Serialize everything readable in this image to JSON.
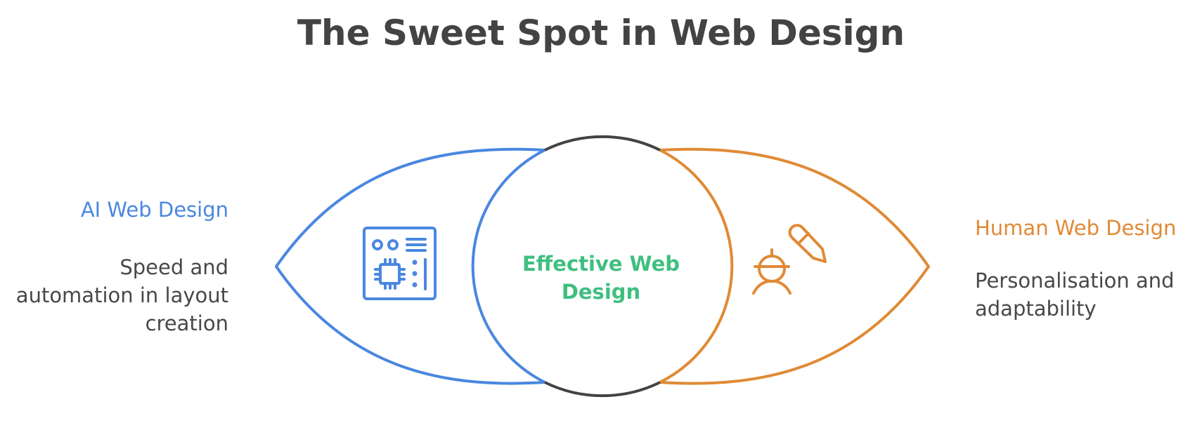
{
  "title": "The Sweet Spot in Web Design",
  "left": {
    "heading": "AI Web Design",
    "description": "Speed and automation in layout creation",
    "icon": "circuit-board-icon",
    "color": "#4a87e0"
  },
  "center": {
    "label": "Effective Web Design",
    "color": "#3fbf7f",
    "ring_color": "#434343"
  },
  "right": {
    "heading": "Human Web Design",
    "description": "Personalisation and adaptability",
    "icon": "designer-with-pencil-icon",
    "color": "#e08a35"
  }
}
